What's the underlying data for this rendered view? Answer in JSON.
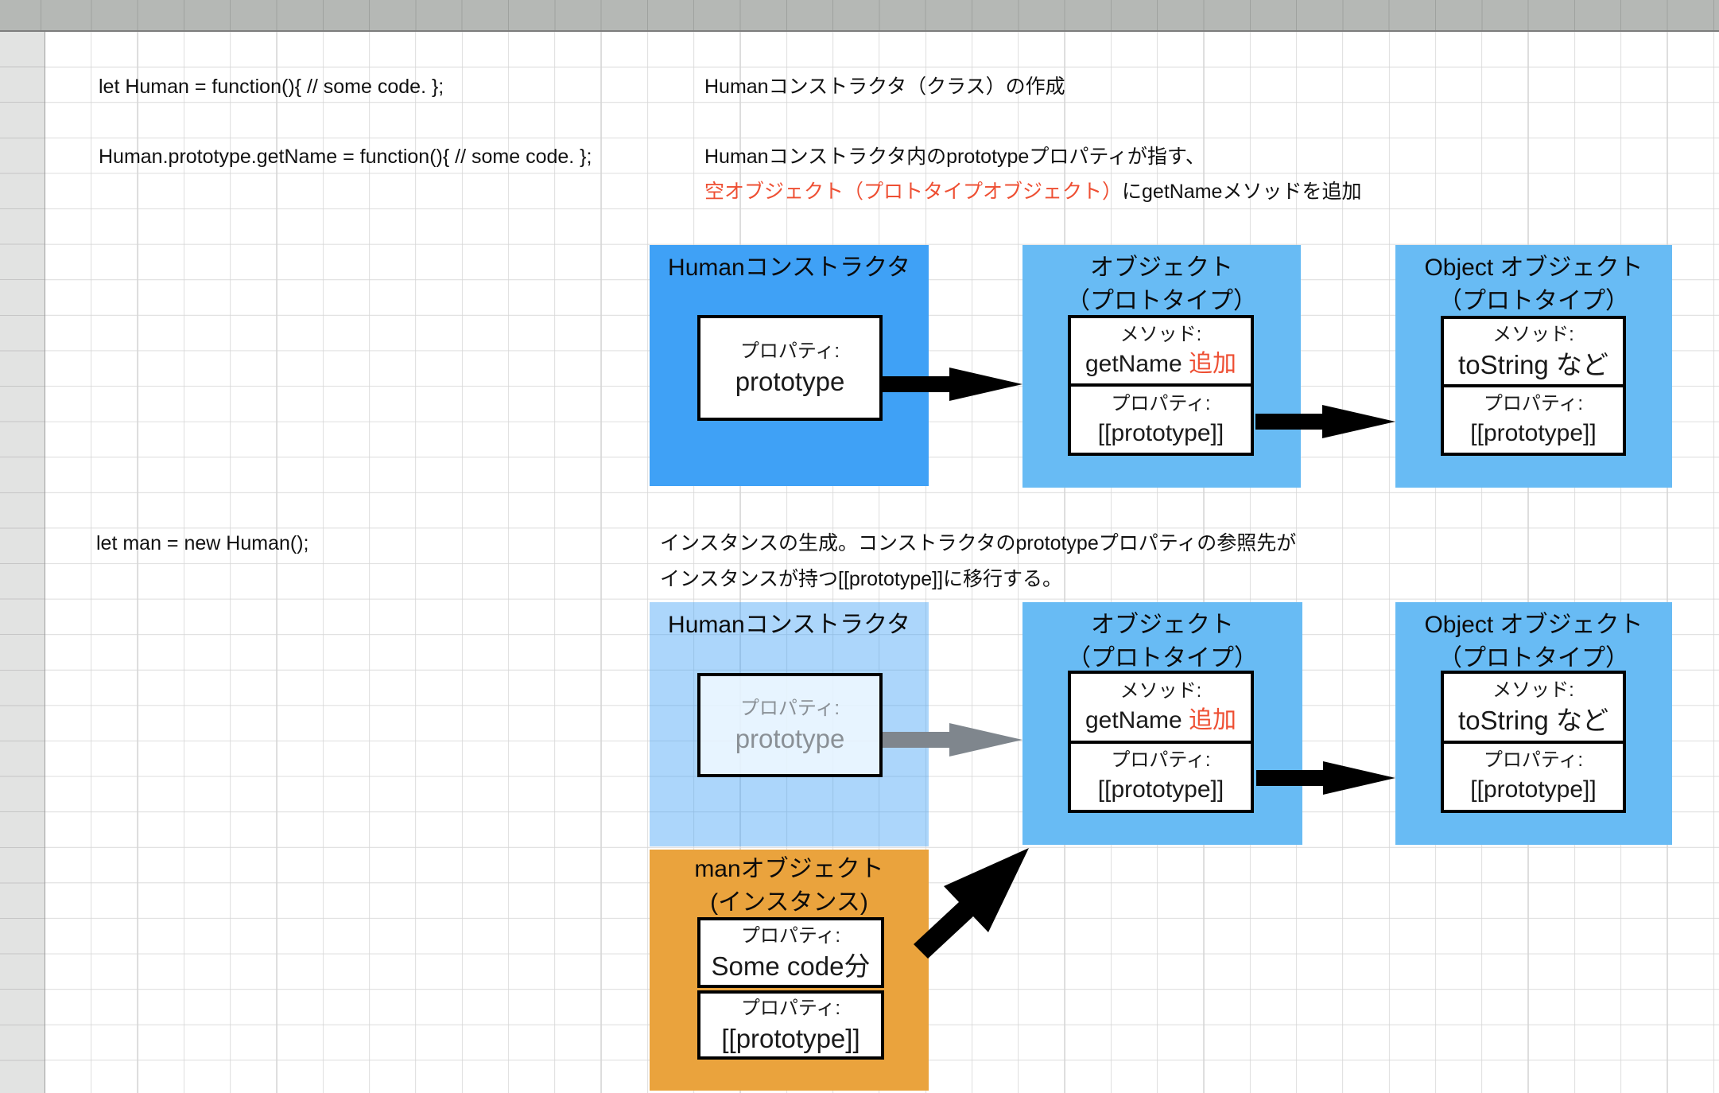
{
  "app": {
    "kind": "spreadsheet-canvas-diagram",
    "topic": "JavaScript prototype chain"
  },
  "colors": {
    "constructor_blue": "#3fa1f6",
    "prototype_blue": "#68bbf4",
    "faded_blue": "rgba(63,161,246,0.43)",
    "instance_orange": "#eaa33d",
    "highlight_red": "#ee4f33",
    "arrow_black": "#000000",
    "arrow_gray": "#7f868d",
    "grid_line": "#d6d6d6",
    "col_header_gray": "#b5b8b5",
    "row_header_gray": "#e2e3e2"
  },
  "step1": {
    "code": "let Human = function(){ // some code. };",
    "note": "Humanコンストラクタ（クラス）の作成"
  },
  "step2": {
    "code": "Human.prototype.getName = function(){ // some code. };",
    "note_line1": "Humanコンストラクタ内のprototypeプロパティが指す、",
    "note_red": "空オブジェクト（プロトタイプオブジェクト）",
    "note_line2_rest": "にgetNameメソッドを追加"
  },
  "step3": {
    "code": "let man = new Human();",
    "note_line1": "インスタンスの生成。コンストラクタのprototypeプロパティの参照先が",
    "note_line2": "インスタンスが持つ[[prototype]]に移行する。"
  },
  "diagram1": {
    "human_box": {
      "title": "Humanコンストラクタ",
      "prop_label": "プロパティ:",
      "prop_value": "prototype"
    },
    "proto_box": {
      "title_line1": "オブジェクト",
      "title_line2": "（プロトタイプ）",
      "method_label": "メソッド:",
      "method_name": "getName",
      "method_badge": "追加",
      "prop_label": "プロパティ:",
      "prop_value": "[[prototype]]"
    },
    "object_box": {
      "title_line1": "Object オブジェクト",
      "title_line2": "（プロトタイプ）",
      "method_label": "メソッド:",
      "method_value": "toString など",
      "prop_label": "プロパティ:",
      "prop_value": "[[prototype]]"
    }
  },
  "diagram2": {
    "human_box": {
      "title": "Humanコンストラクタ",
      "prop_label": "プロパティ:",
      "prop_value": "prototype"
    },
    "proto_box": {
      "title_line1": "オブジェクト",
      "title_line2": "（プロトタイプ）",
      "method_label": "メソッド:",
      "method_name": "getName",
      "method_badge": "追加",
      "prop_label": "プロパティ:",
      "prop_value": "[[prototype]]"
    },
    "object_box": {
      "title_line1": "Object オブジェクト",
      "title_line2": "（プロトタイプ）",
      "method_label": "メソッド:",
      "method_value": "toString など",
      "prop_label": "プロパティ:",
      "prop_value": "[[prototype]]"
    },
    "man_box": {
      "title_line1": "manオブジェクト",
      "title_line2": "(インスタンス)",
      "prop1_label": "プロパティ:",
      "prop1_value": "Some code分",
      "prop2_label": "プロパティ:",
      "prop2_value": "[[prototype]]"
    }
  }
}
